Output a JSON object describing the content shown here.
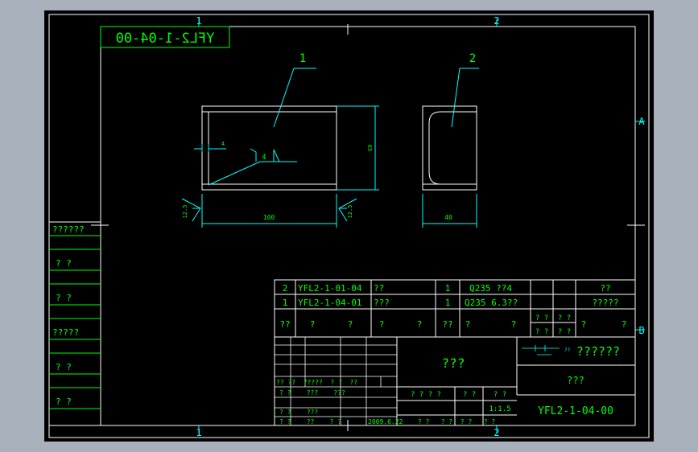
{
  "colors": {
    "background": "#a8b0bc",
    "canvas": "#000000",
    "line": "#ffffff",
    "accent": "#00ffff",
    "text": "#00ff00"
  },
  "frame": {
    "zone_top_1": "1",
    "zone_top_2": "2",
    "zone_bottom_1": "1",
    "zone_bottom_2": "2",
    "zone_right_a": "A",
    "zone_right_b": "B"
  },
  "drawing_number_mirrored": "YFL2-1-04-00",
  "views": {
    "view1": {
      "balloon": "1",
      "dim_thickness": "4",
      "dim_weld": "4",
      "dim_height": "65",
      "dim_width": "100",
      "dim_left_size": "12.5",
      "dim_right_size": "12.5"
    },
    "view2": {
      "balloon": "2",
      "dim_width": "40"
    }
  },
  "left_column": [
    "??????",
    "? ?",
    "? ?",
    "?????",
    "? ?",
    "? ?"
  ],
  "bom": [
    {
      "no": "2",
      "code": "YFL2-1-01-04",
      "name": "??",
      "qty": "1",
      "material": "Q235 ??4",
      "note": "??"
    },
    {
      "no": "1",
      "code": "YFL2-1-04-01",
      "name": "???",
      "qty": "1",
      "material": "Q235 6.3??",
      "note": "?????"
    }
  ],
  "bom_header": {
    "no": "??",
    "code": "?",
    "name1": "?",
    "name2": "?",
    "qty1": "?",
    "qty2": "??",
    "material1": "?",
    "material2": "?",
    "weight1": "? ?",
    "weight2": "? ?",
    "note1": "?",
    "note2": "?"
  },
  "title_block": {
    "company": "???",
    "part_name": "??????",
    "unit_text": "???",
    "drawing_no": "YFL2-1-04-00",
    "scale": "1:1.5",
    "stage": "? ? ? ?",
    "weight": "? ?",
    "scale_label": "? ?",
    "sheet": "? ?   ? ?  ? ?   ? ?",
    "date": "2009.6.22",
    "sign_rows": [
      "?? ??  ?????  ? ?  ??",
      "? ?    ???    ???",
      "? ?    ???",
      "? ?    ??    ? ?"
    ],
    "logo_text": "??"
  }
}
